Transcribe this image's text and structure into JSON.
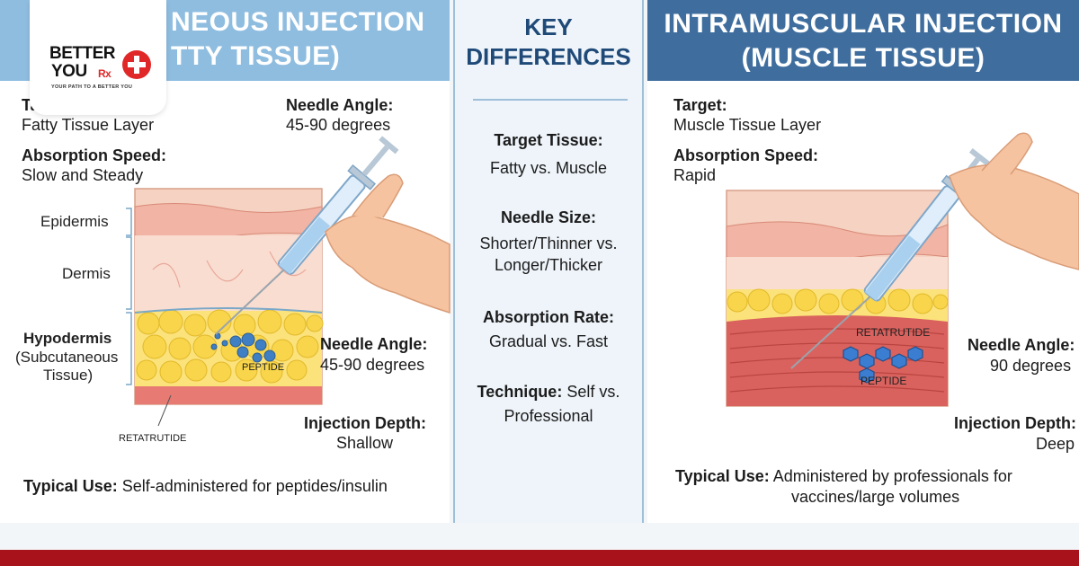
{
  "logo": {
    "line1": "BETTER",
    "line2": "YOU",
    "rx": "Rx",
    "tagline": "YOUR PATH TO A BETTER YOU"
  },
  "left": {
    "title_line1": "NEOUS INJECTION",
    "title_line2": "TTY TISSUE)",
    "target_label": "Ta",
    "target_value": "Fatty Tissue Layer",
    "absorption_label": "Absorption Speed:",
    "absorption_value": "Slow and Steady",
    "angle_top_label": "Needle Angle:",
    "angle_top_value": "45-90 degrees",
    "layer_epidermis": "Epidermis",
    "layer_dermis": "Dermis",
    "layer_hypodermis": "Hypodermis",
    "layer_sub_1": "(Subcutaneous",
    "layer_sub_2": "Tissue)",
    "peptide": "PEPTIDE",
    "retatrutide": "RETATRUTIDE",
    "angle_label": "Needle Angle:",
    "angle_value": "45-90 degrees",
    "depth_label": "Injection Depth:",
    "depth_value": "Shallow",
    "use_label": "Typical Use:",
    "use_value": " Self-administered for peptides/insulin"
  },
  "middle": {
    "title_line1": "KEY",
    "title_line2": "DIFFERENCES",
    "items": [
      {
        "label": "Target Tissue:",
        "value": "Fatty vs. Muscle"
      },
      {
        "label": "Needle Size:",
        "value": "Shorter/Thinner vs.",
        "value2": "Longer/Thicker"
      },
      {
        "label": "Absorption Rate:",
        "value": "Gradual vs. Fast"
      },
      {
        "label": "Technique:",
        "value": " Self vs.",
        "value2": "Professional"
      }
    ]
  },
  "right": {
    "title_line1": "INTRAMUSCULAR INJECTION",
    "title_line2": "(MUSCLE TISSUE)",
    "target_label": "Target:",
    "target_value": "Muscle Tissue Layer",
    "absorption_label": "Absorption Speed:",
    "absorption_value": "Rapid",
    "retatrutide": "RETATRUTIDE",
    "peptide": "PEPTIDE",
    "angle_label": "Needle Angle:",
    "angle_value": "90 degrees",
    "depth_label": "Injection Depth:",
    "depth_value": "Deep",
    "use_label": "Typical Use:",
    "use_value": " Administered by professionals for",
    "use_value2": "vaccines/large volumes"
  },
  "colors": {
    "banner_light": "#8fbde0",
    "banner_dark": "#3f6e9e",
    "accent_navy": "#1f4a78",
    "footer_red": "#a8121a",
    "logo_red": "#e02828"
  }
}
